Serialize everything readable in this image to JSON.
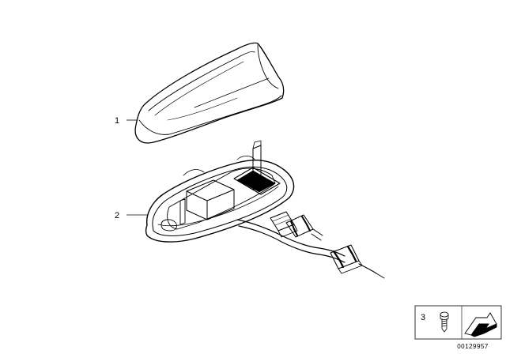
{
  "diagram": {
    "callouts": [
      {
        "number": "1",
        "part": "antenna-cover"
      },
      {
        "number": "2",
        "part": "antenna-base-module"
      },
      {
        "number": "3",
        "part": "screw"
      }
    ],
    "document_number": "00129957",
    "colors": {
      "line": "#000000",
      "background": "#ffffff"
    }
  }
}
